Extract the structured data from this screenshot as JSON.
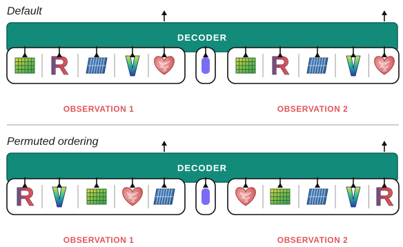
{
  "sections": [
    {
      "title": "Default",
      "decoder_label": "DECODER",
      "obs1_label": "OBSERVATION 1",
      "obs2_label": "OBSERVATION 2",
      "obs1_tokens": [
        "lattice-icon",
        "r-letter-icon",
        "grid-icon",
        "v-letter-icon",
        "heart-icon"
      ],
      "obs2_tokens": [
        "lattice-icon",
        "r-letter-icon",
        "grid-icon",
        "v-letter-icon",
        "heart-icon"
      ]
    },
    {
      "title": "Permuted ordering",
      "decoder_label": "DECODER",
      "obs1_label": "OBSERVATION 1",
      "obs2_label": "OBSERVATION 2",
      "obs1_tokens": [
        "r-letter-icon",
        "v-letter-icon",
        "lattice-icon",
        "heart-icon",
        "grid-icon"
      ],
      "obs2_tokens": [
        "heart-icon",
        "lattice-icon",
        "grid-icon",
        "v-letter-icon",
        "r-letter-icon"
      ]
    }
  ],
  "colors": {
    "decoder_fill": "#138b7a",
    "decoder_stroke": "#0d5f54",
    "separator_token": "#7b6cf6",
    "observation_label": "#e0555a",
    "divider": "#bdbdbd"
  }
}
